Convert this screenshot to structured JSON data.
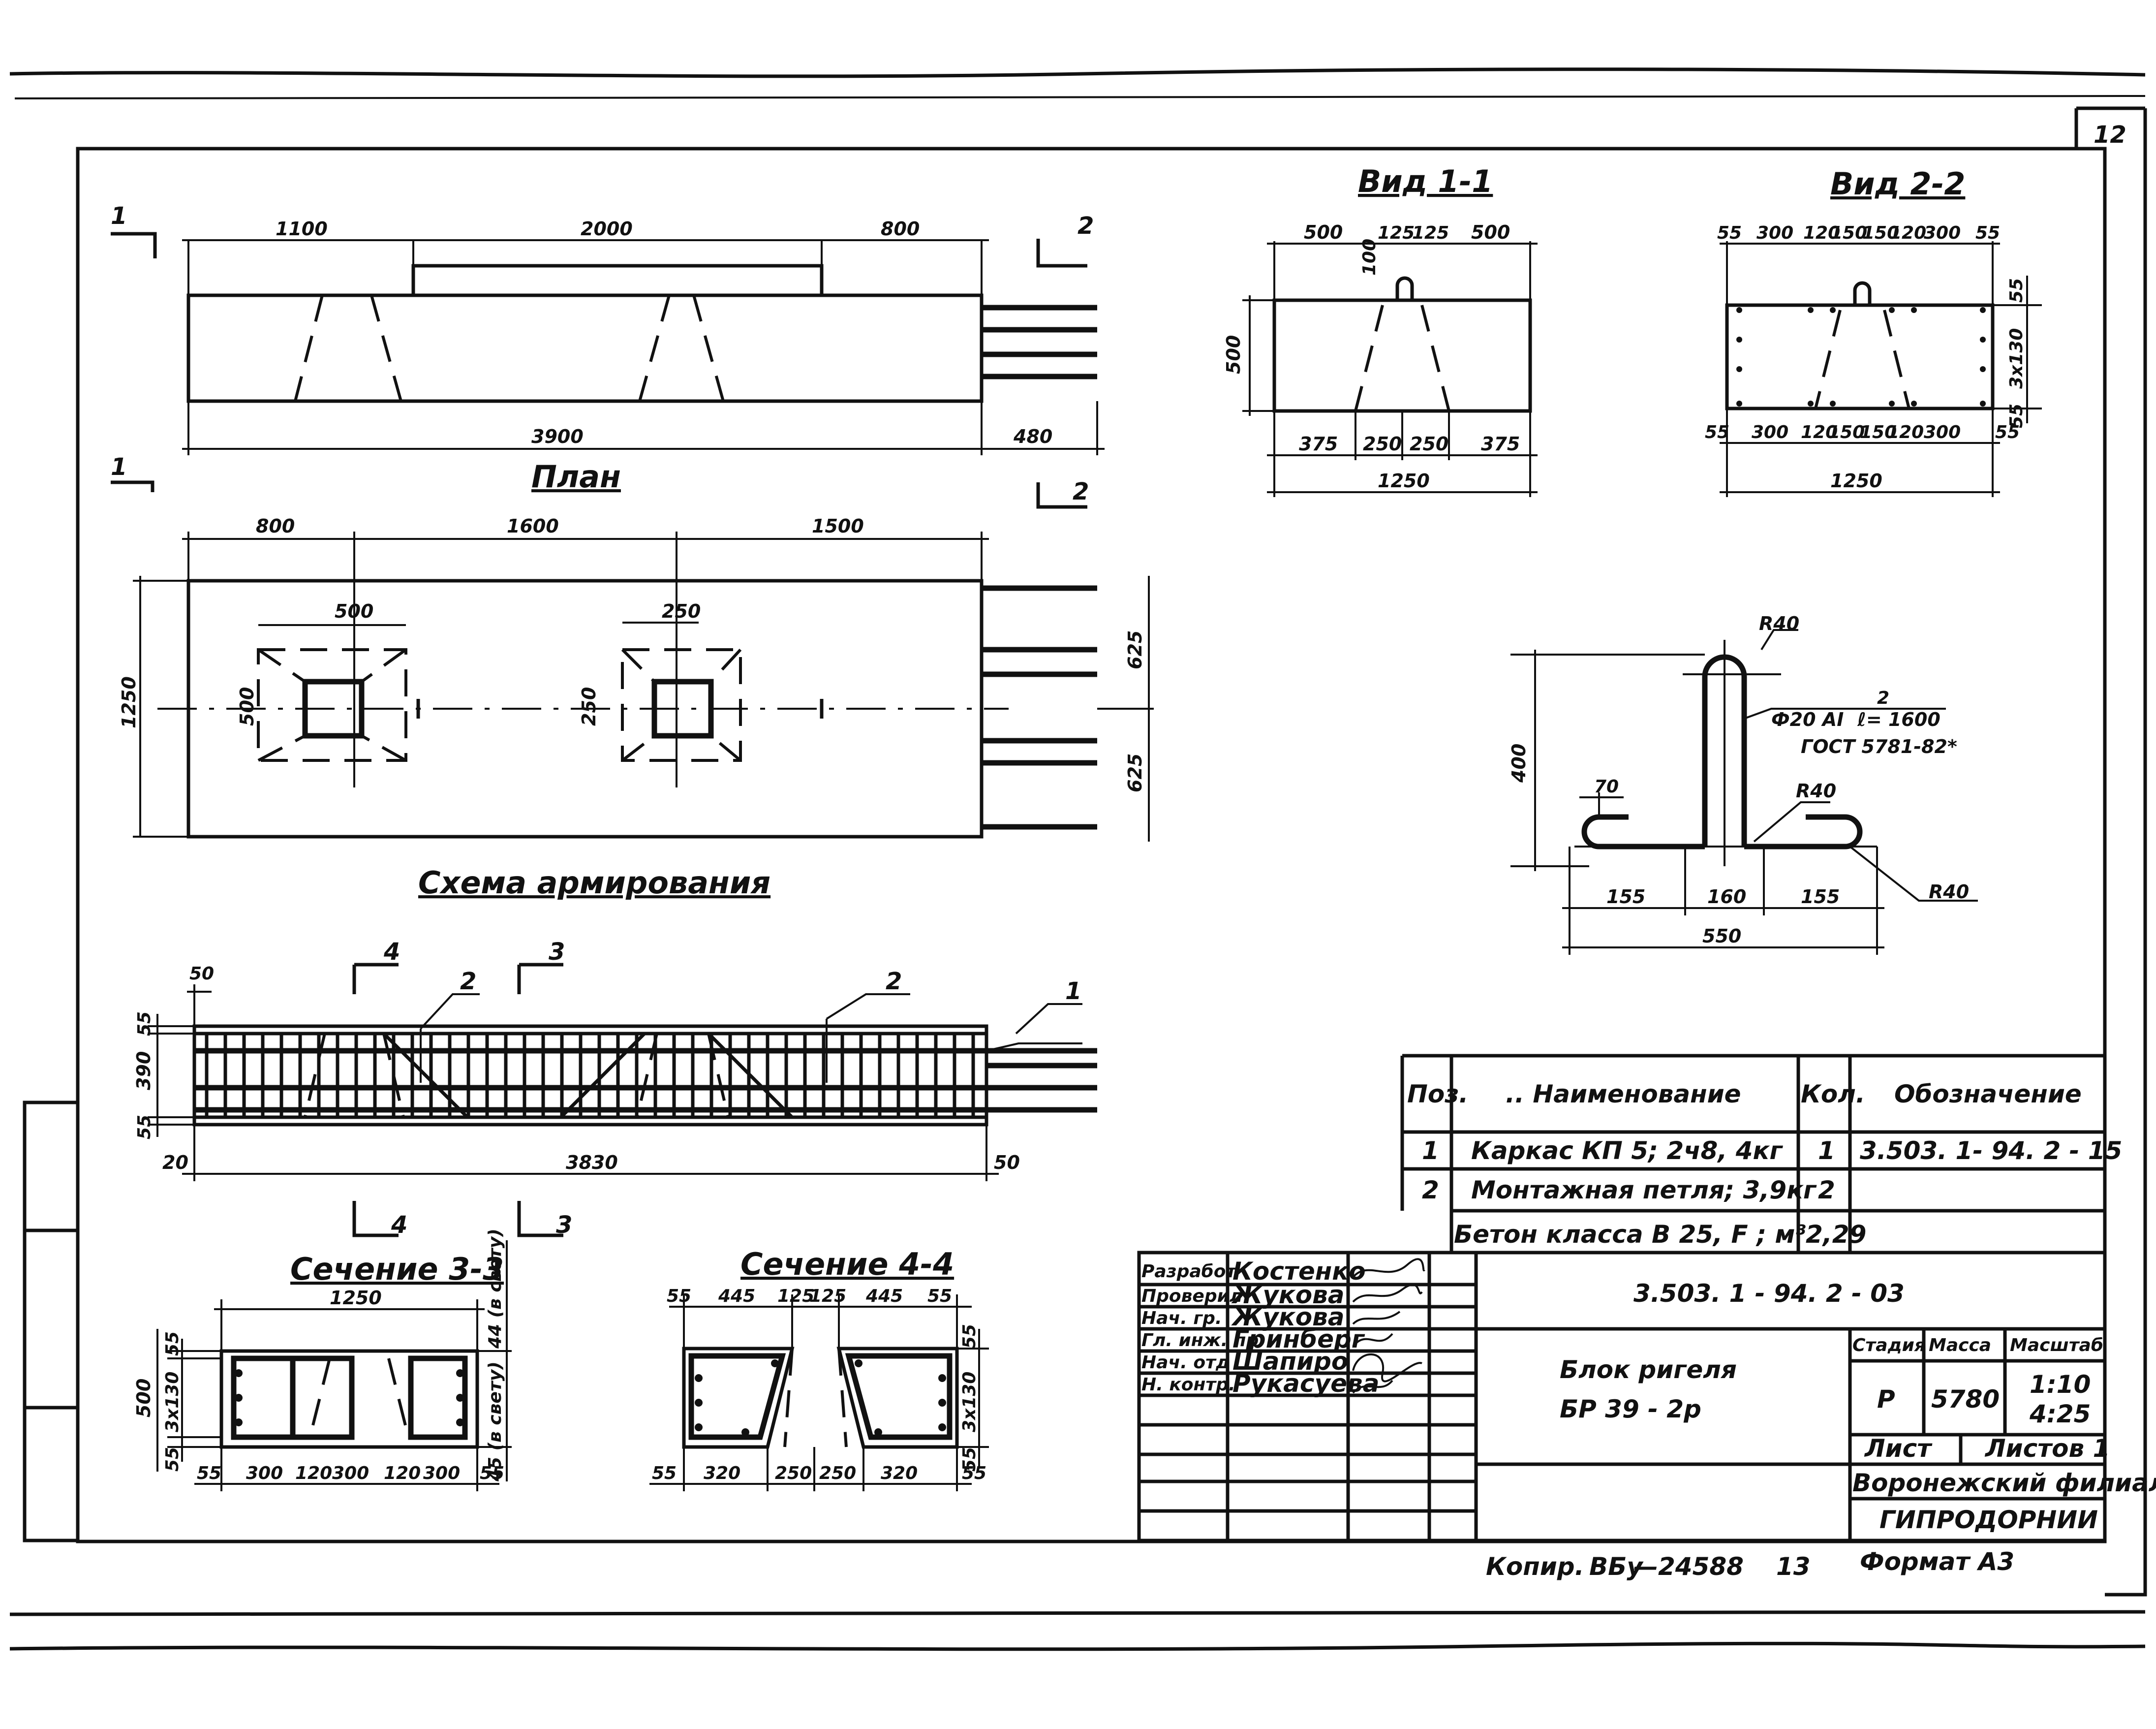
{
  "sheet": {
    "page_number": "12",
    "copy_note": "Копир. ",
    "copy_sign": "ВБу",
    "copy_number": "—24588",
    "sheet_code": "13",
    "format": "Формат А3"
  },
  "views": {
    "elevation": {
      "section_marks": [
        "1",
        "1",
        "2",
        "2"
      ],
      "dims_top": [
        "1100",
        "2000",
        "800"
      ],
      "dims_bottom": [
        "3900",
        "480"
      ]
    },
    "plan": {
      "title": "План",
      "dims_top": [
        "800",
        "1600",
        "1500"
      ],
      "hole1": [
        "500",
        "500"
      ],
      "hole2": [
        "250",
        "250"
      ],
      "dim_left": "1250",
      "dims_right": [
        "625",
        "625"
      ]
    },
    "view11": {
      "title": "Вид 1-1",
      "dims_top": [
        "500",
        "125",
        "125",
        "500"
      ],
      "dim_loop": "100",
      "dim_left": "500",
      "dims_bottom": [
        "375",
        "250",
        "250",
        "375"
      ],
      "dim_total": "1250"
    },
    "view22": {
      "title": "Вид 2-2",
      "dims_top": [
        "55",
        "300",
        "120",
        "150",
        "150",
        "120",
        "300",
        "55"
      ],
      "dims_right": [
        "55",
        "3х130",
        "55"
      ],
      "dims_bottom": [
        "55",
        "300",
        "120",
        "150",
        "150",
        "120",
        "300",
        "55"
      ],
      "dim_total": "1250"
    },
    "loop": {
      "r_top": "R40",
      "r_mid": "R40",
      "r_right": "R40",
      "bar_spec": "Ф20 AI",
      "pos": "2",
      "length": "ℓ= 1600",
      "gost": "ГОСТ 5781-82*",
      "dim_height": "400",
      "dim_hook": "70",
      "dims_bottom": [
        "155",
        "160",
        "155"
      ],
      "dim_total": "550"
    },
    "scheme": {
      "title": "Схема армирования",
      "marks": [
        "4",
        "3",
        "2",
        "2",
        "1",
        "4",
        "3"
      ],
      "dims_left": [
        "55",
        "390",
        "55"
      ],
      "dim_top": "50",
      "dims_bottom": [
        "20",
        "3830",
        "50"
      ]
    },
    "sec33": {
      "title": "Сечение 3-3",
      "dim_top": "1250",
      "dims_left": [
        "55",
        "500",
        "3х130",
        "55"
      ],
      "clear_top": "44 (в свету)",
      "clear_bottom": "45 (в свету)",
      "dims_bottom": [
        "55",
        "300",
        "120",
        "300",
        "120",
        "300",
        "55"
      ]
    },
    "sec44": {
      "title": "Сечение 4-4",
      "dims_top": [
        "55",
        "445",
        "125",
        "125",
        "445",
        "55"
      ],
      "dims_right": [
        "55",
        "3х130",
        "55"
      ],
      "dims_bottom": [
        "55",
        "320",
        "250",
        "250",
        "320",
        "55"
      ]
    }
  },
  "spec_table": {
    "headers": [
      "Поз.",
      ".. Наименование",
      "Кол.",
      "Обозначение"
    ],
    "rows": [
      {
        "pos": "1",
        "name": "Каркас КП 5; 2ч8, 4кг",
        "qty": "1",
        "code": "3.503. 1- 94. 2 - 15"
      },
      {
        "pos": "2",
        "name": "Монтажная петля; 3,9кг",
        "qty": "2",
        "code": ""
      },
      {
        "pos": "",
        "name": "Бетон класса В 25, F   ; м³",
        "qty": "2,29",
        "code": ""
      }
    ]
  },
  "title_block": {
    "roles": [
      {
        "role": "Разработ",
        "name": "Костенко"
      },
      {
        "role": "Проверил",
        "name": "Жукова"
      },
      {
        "role": "Нач. гр.",
        "name": "Жукова"
      },
      {
        "role": "Гл. инж. пр",
        "name": "Гринберг"
      },
      {
        "role": "Нач. отд",
        "name": "Шапиро"
      },
      {
        "role": "Н. контр.",
        "name": "Рукасуева"
      }
    ],
    "doc_code": "3.503. 1 - 94. 2 - 03",
    "product_name": "Блок ригеля",
    "product_mark": "БР 39 - 2р",
    "stage_label": "Стадия",
    "mass_label": "Масса",
    "scale_label": "Масштаб",
    "stage": "Р",
    "mass": "5780",
    "scale1": "1:10",
    "scale2": "4:25",
    "sheet_label": "Лист",
    "sheets_label": "Листов 1",
    "org1": "Воронежский филиал",
    "org2": "ГИПРОДОРНИИ"
  }
}
